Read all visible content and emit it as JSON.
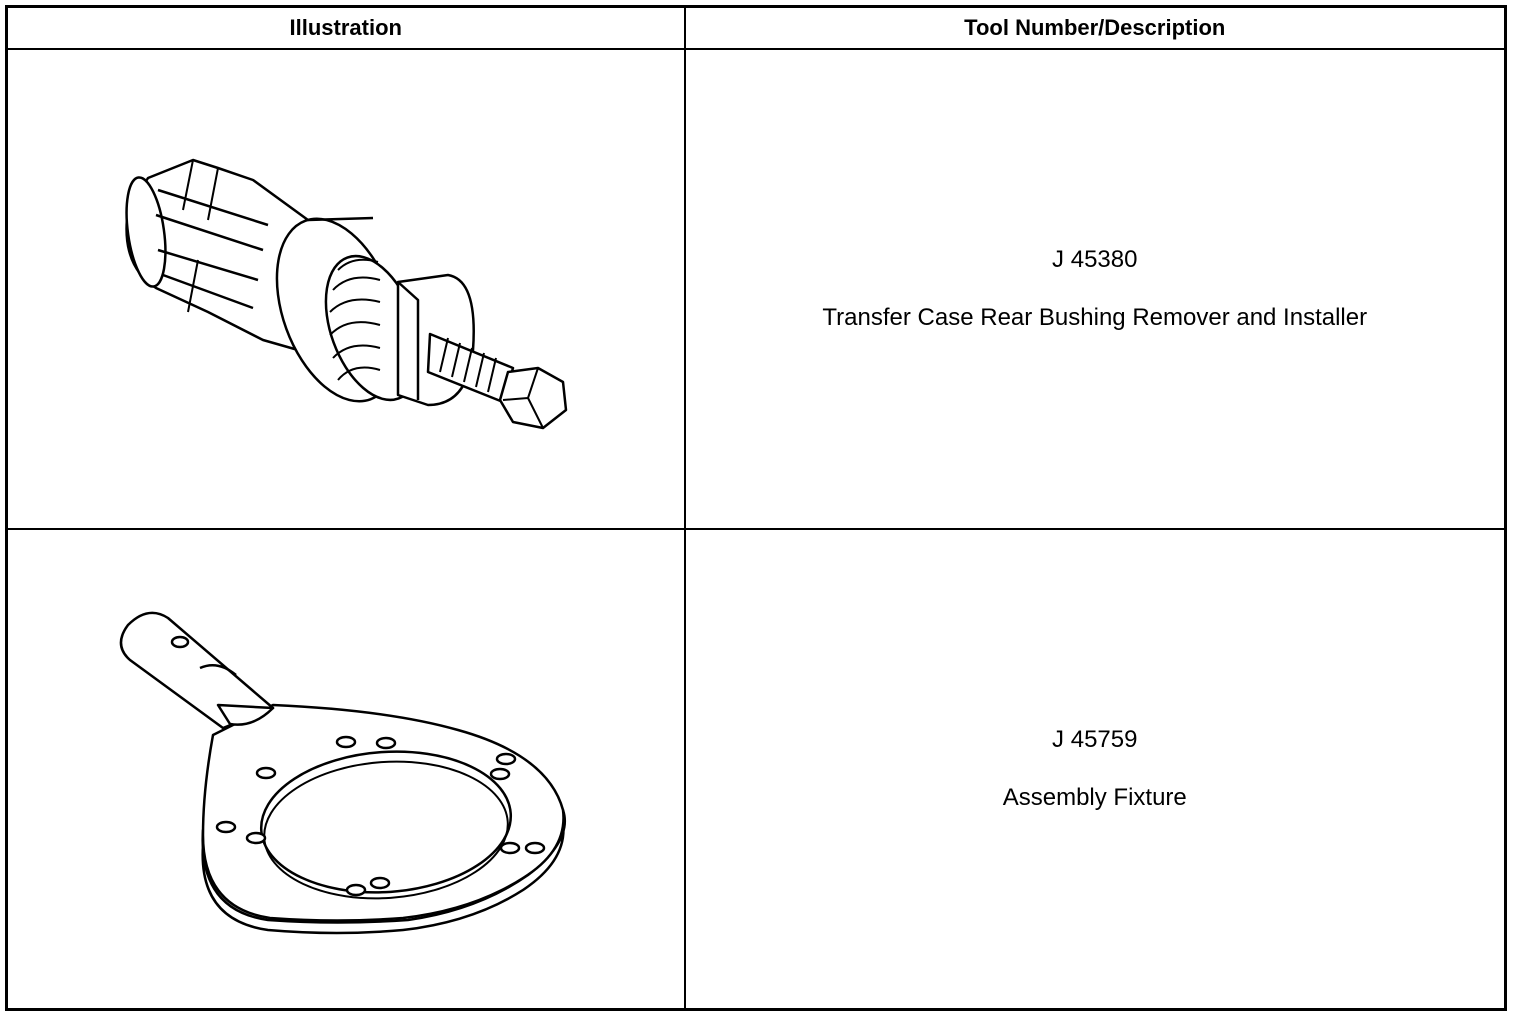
{
  "table": {
    "headers": {
      "illustration": "Illustration",
      "tool": "Tool Number/Description"
    },
    "rows": [
      {
        "tool_number": "J 45380",
        "description": "Transfer Case Rear Bushing Remover and Installer",
        "illustration_icon": "bushing-remover-installer-drawing"
      },
      {
        "tool_number": "J 45759",
        "description": "Assembly Fixture",
        "illustration_icon": "assembly-fixture-drawing"
      }
    ]
  }
}
